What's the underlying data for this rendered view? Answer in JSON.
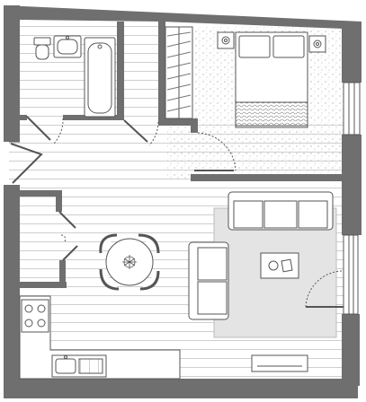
{
  "plan": {
    "type": "floor-plan",
    "units": 1,
    "rooms": [
      "bathroom",
      "closet",
      "bedroom",
      "hallway",
      "storage",
      "living-dining",
      "kitchen"
    ],
    "colors": {
      "wall": "#6f6f6f",
      "line": "#555555",
      "floor_board": "#c8c8c8",
      "rug": "#e4e4e4",
      "carpet_dot": "#9a9a9a",
      "furniture": "#ffffff"
    },
    "fixtures": {
      "bathroom": [
        "toilet",
        "sink",
        "bathtub"
      ],
      "bedroom": [
        "double-bed",
        "nightstand",
        "nightstand",
        "wardrobe"
      ],
      "living": [
        "three-seat-sofa",
        "loveseat",
        "coffee-table",
        "rug",
        "tv-console"
      ],
      "dining": [
        "round-table",
        "chair",
        "chair",
        "chair",
        "chair"
      ],
      "kitchen": [
        "hob",
        "sink-with-drainer",
        "counter"
      ]
    }
  }
}
